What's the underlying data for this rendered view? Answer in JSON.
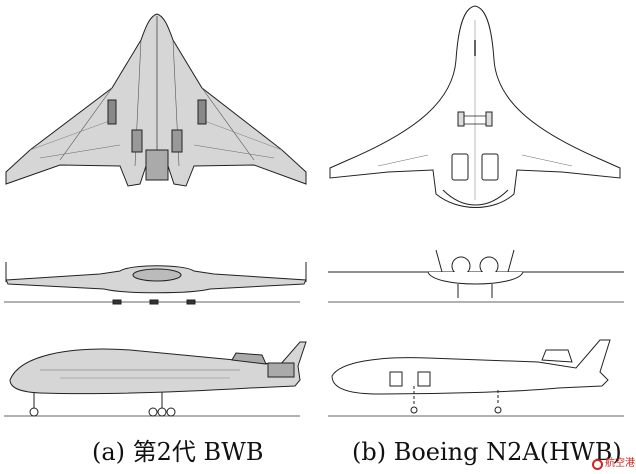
{
  "panels": {
    "a": {
      "caption": "(a) 第2代 BWB"
    },
    "b": {
      "caption": "(b) Boeing N2A(HWB)"
    }
  },
  "watermark": {
    "text": "航空港"
  },
  "colors": {
    "line": "#222222",
    "fill_a": "#d8d8d8",
    "fill_b": "#ffffff",
    "ground": "#666666",
    "watermark": "#d2231e"
  }
}
